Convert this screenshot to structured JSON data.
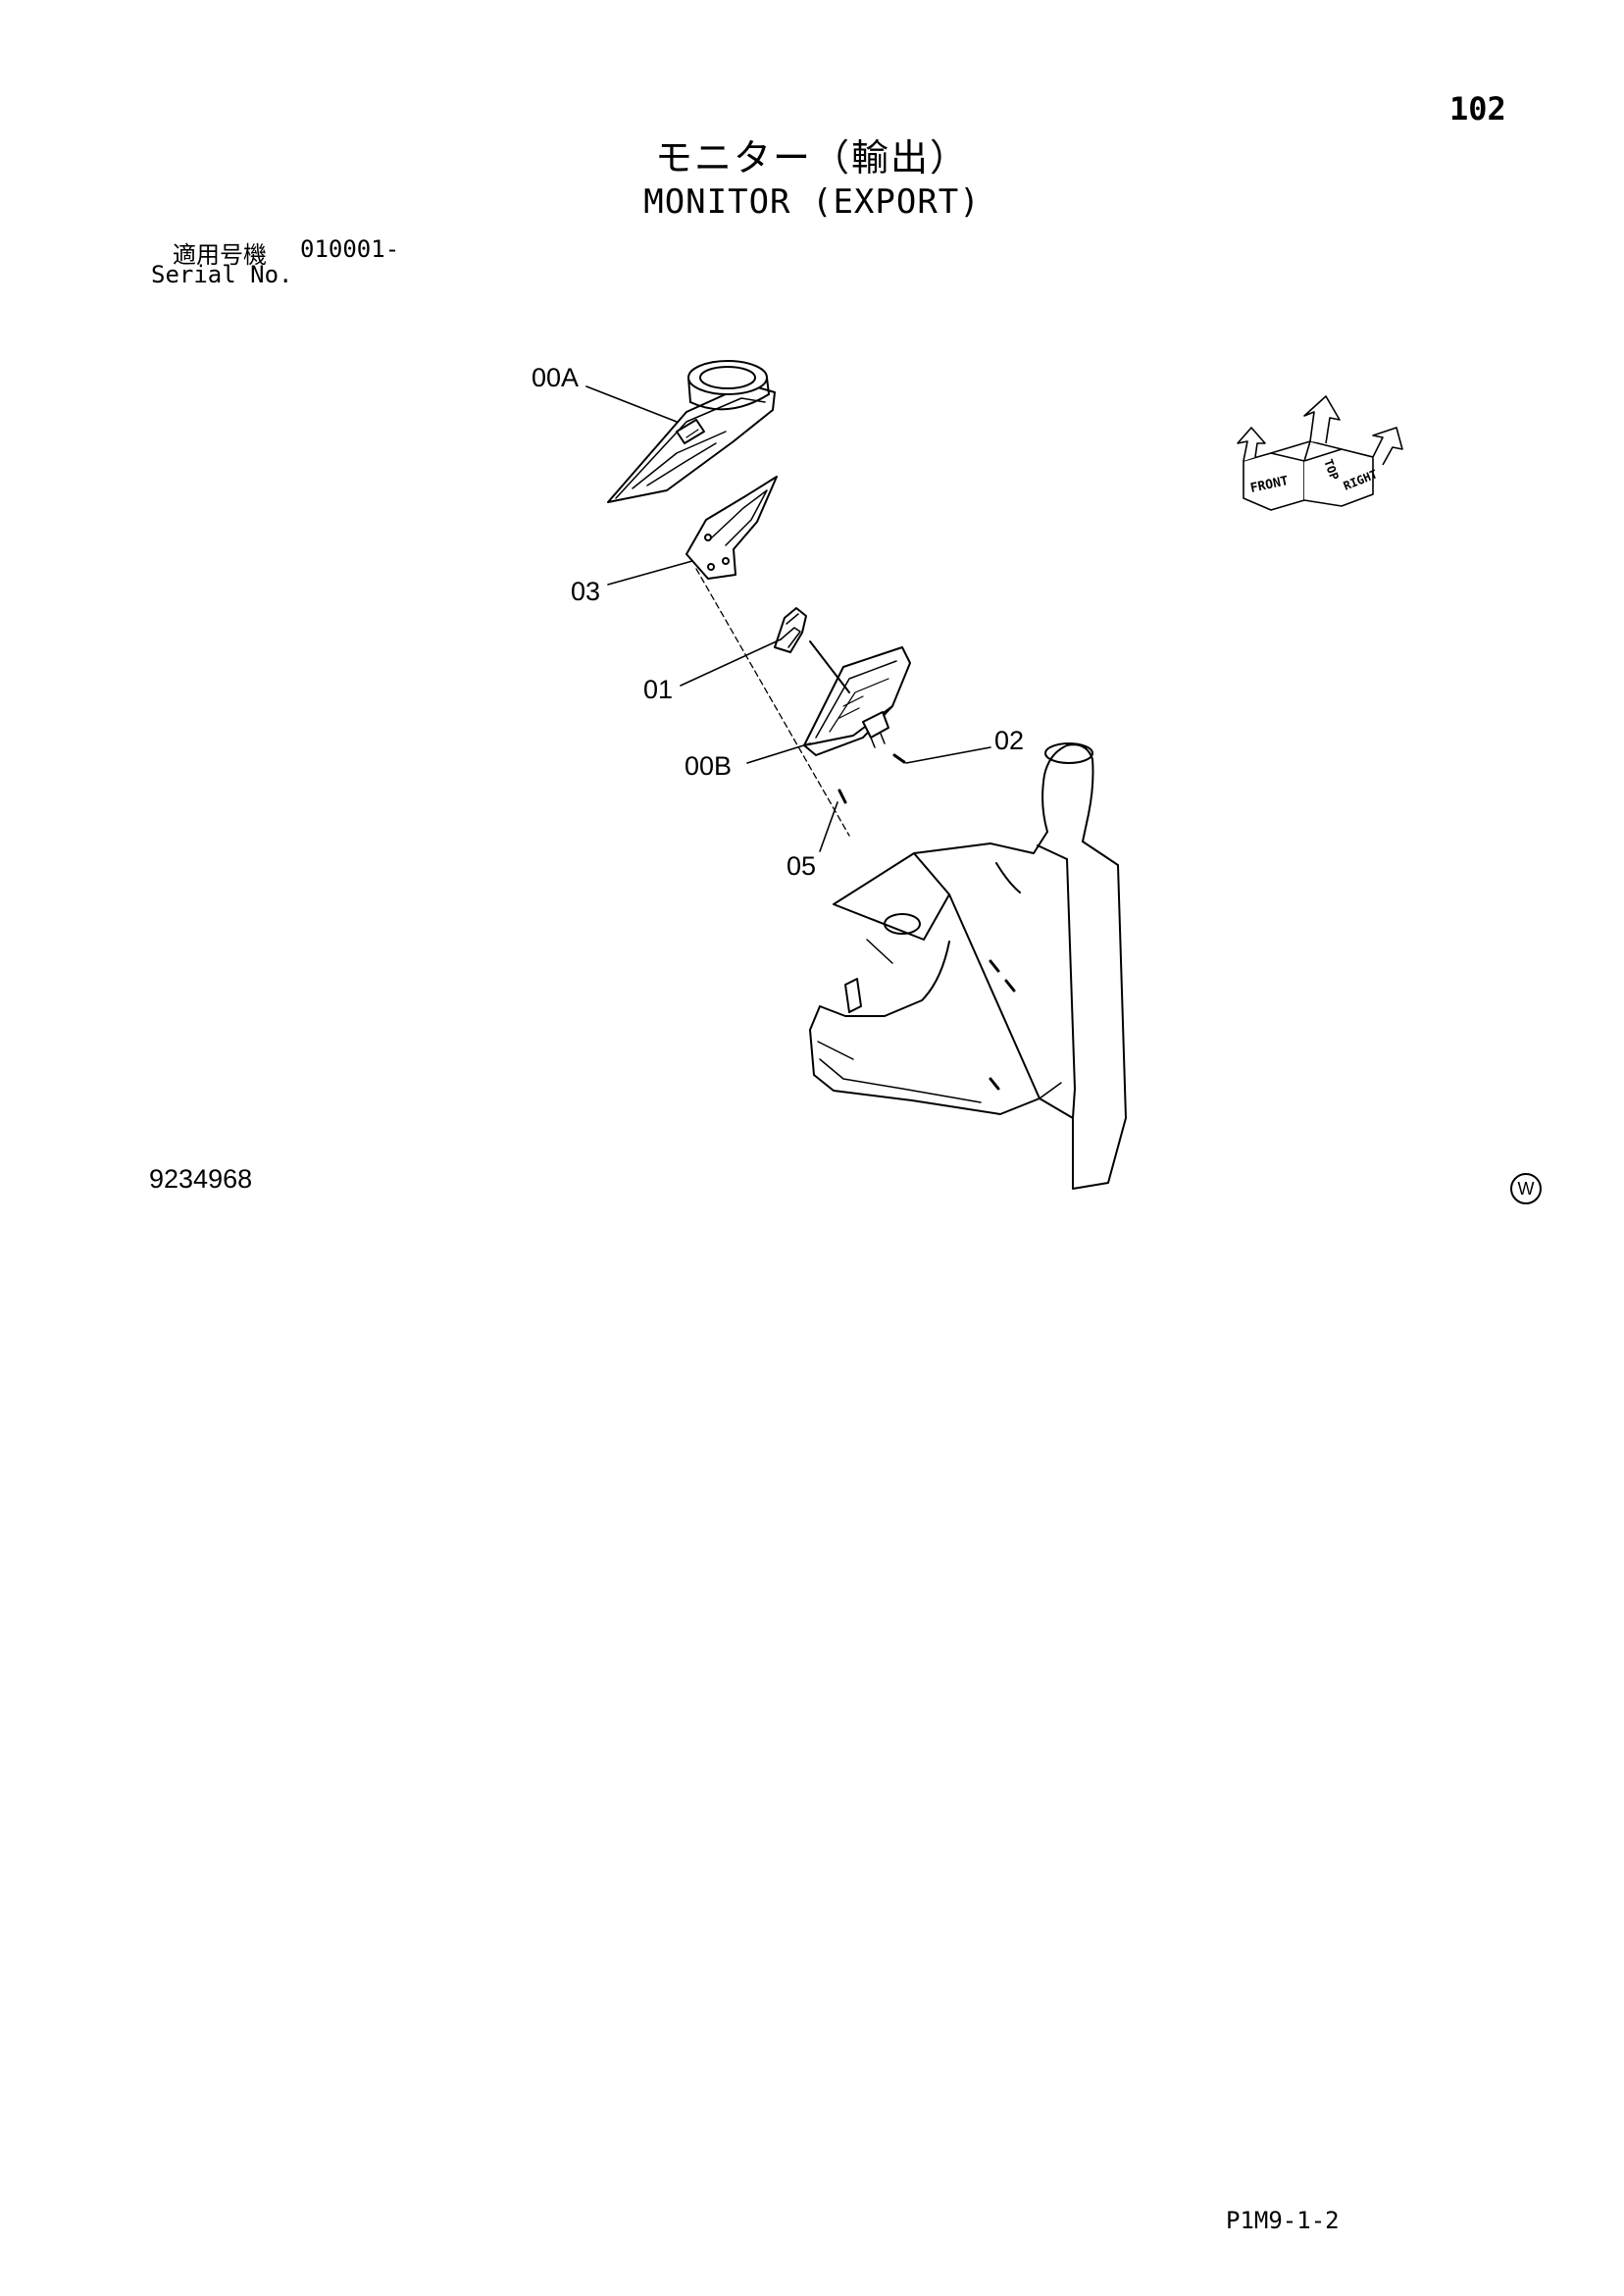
{
  "page_number": "102",
  "title_jp": "モニター（輸出）",
  "title_en": "MONITOR (EXPORT)",
  "serial": {
    "label_jp": "適用号機",
    "value": "010001-",
    "label_en": "Serial No."
  },
  "callouts": [
    "00A",
    "03",
    "01",
    "00B",
    "02",
    "05"
  ],
  "orientation_labels": [
    "FRONT",
    "TOP",
    "RIGHT"
  ],
  "figure_number": "9234968",
  "mark": "W",
  "footer_code": "P1M9-1-2"
}
